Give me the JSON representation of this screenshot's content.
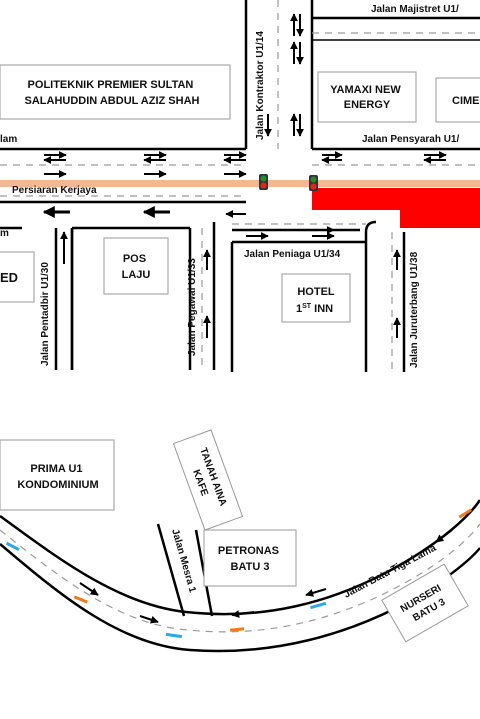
{
  "roads": {
    "majistret": "Jalan Majistret U1/",
    "kontraktor": "Jalan Kontraktor U1/14",
    "pensyarah": "Jalan Pensyarah U1/",
    "persiaran": "Persiaran Kerjaya",
    "pentadbir": "Jalan Pentadbir U1/30",
    "pegawai": "Jalan Pegawai U1/33",
    "peniaga": "Jalan Peniaga U1/34",
    "juruterbang": "Jalan Juruterbang U1/38",
    "mesra": "Jalan Mesra 1",
    "batu_tiga": "Jalan Batu Tiga Lama",
    "cut_left_top": "lam",
    "cut_left_mid": "m"
  },
  "buildings": {
    "politeknik": [
      "POLITEKNIK PREMIER SULTAN",
      "SALAHUDDIN ABDUL AZIZ SHAH"
    ],
    "yamaxi": [
      "YAMAXI NEW",
      "ENERGY"
    ],
    "cime": "CIME",
    "pos": [
      "POS",
      "LAJU"
    ],
    "hotel": [
      "HOTEL",
      "1",
      "ST",
      " INN"
    ],
    "ed": "ED",
    "prima": [
      "PRIMA U1",
      "KONDOMINIUM"
    ],
    "tanah": [
      "TANAH AINA",
      "KAFE"
    ],
    "petronas": [
      "PETRONAS",
      "BATU 3"
    ],
    "nurseri": [
      "NURSERI",
      "BATU 3"
    ]
  },
  "colors": {
    "highlight_road": "#f2b894",
    "highlight_block": "#ff0000",
    "traffic_red": "#e8231c",
    "traffic_green": "#1f8f2e",
    "marker_orange": "#f07a1a",
    "marker_blue": "#29a9e6"
  }
}
